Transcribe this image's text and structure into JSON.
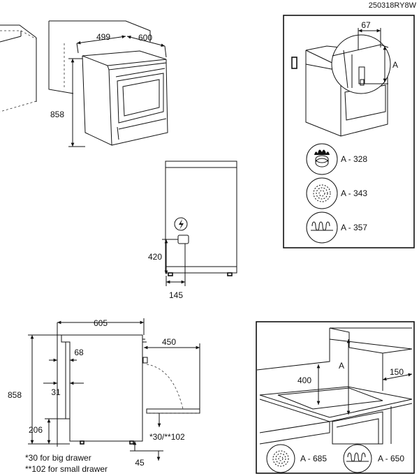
{
  "doc_code": "250318RY8W",
  "cooker_dims": {
    "depth": "499",
    "width": "600",
    "height": "858"
  },
  "socket_dims": {
    "height": "420",
    "offset": "145"
  },
  "side_view": {
    "width": "605",
    "clearance": "450",
    "d68": "68",
    "d31": "31",
    "height": "858",
    "d206": "206",
    "d45": "45",
    "drawer_gap": "*30/**102"
  },
  "footnotes": {
    "big": "*30 for big drawer",
    "small": "**102 for small drawer"
  },
  "hood_panel": {
    "gap": "67",
    "label": "A",
    "rows": [
      {
        "icon": "gas-burner-icon",
        "value": "A - 328"
      },
      {
        "icon": "induction-icon",
        "value": "A - 343"
      },
      {
        "icon": "radiant-coil-icon",
        "value": "A - 357"
      }
    ]
  },
  "clearance_panel": {
    "d400": "400",
    "label": "A",
    "d150": "150",
    "rows": [
      {
        "icon": "induction-icon",
        "value": "A - 685"
      },
      {
        "icon": "radiant-coil-icon",
        "value": "A - 650"
      }
    ]
  }
}
